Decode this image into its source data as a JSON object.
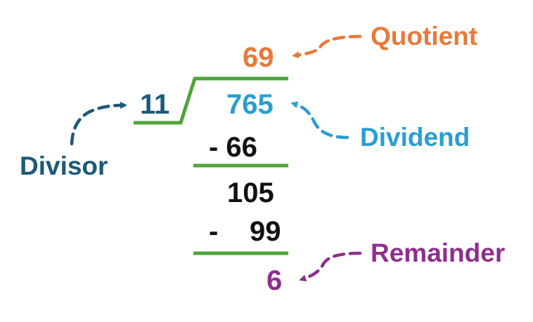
{
  "colors": {
    "quotient": "#e8793a",
    "divisor": "#1d5a78",
    "dividend": "#2a9ed1",
    "remainder": "#8e2e8c",
    "rule": "#4da53a",
    "work": "#111111"
  },
  "labels": {
    "quotient": "Quotient",
    "dividend": "Dividend",
    "divisor": "Divisor",
    "remainder": "Remainder"
  },
  "division": {
    "quotient": "69",
    "divisor": "11",
    "dividend": "765",
    "step1_subtract": "- 66",
    "step1_result": "105",
    "step2_minus": "-",
    "step2_subtract": "99",
    "remainder": "6"
  }
}
